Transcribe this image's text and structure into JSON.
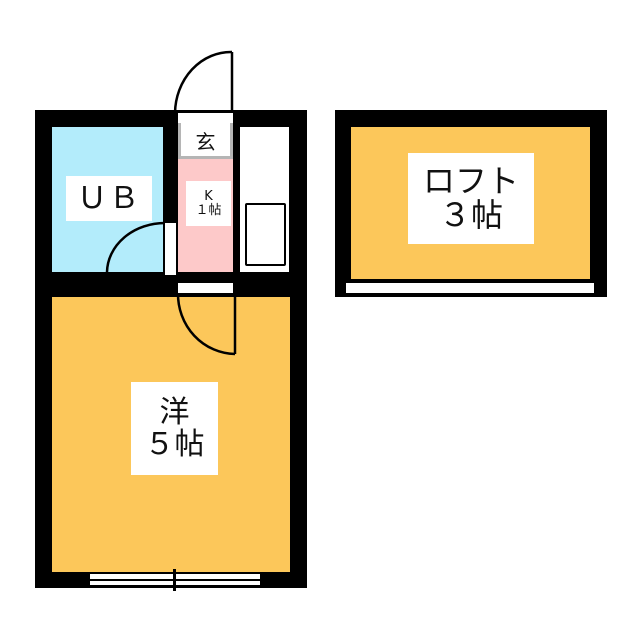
{
  "floorplan": {
    "colors": {
      "wall": "#000000",
      "unit_bath": "#b3ecfb",
      "kitchen": "#fdc9c9",
      "western_room": "#fcc75a",
      "loft": "#fcc75a",
      "entrance_border": "#b5b5b5",
      "background": "#ffffff"
    },
    "rooms": {
      "unit_bath": {
        "label": "ＵＢ"
      },
      "entrance": {
        "label": "玄"
      },
      "kitchen": {
        "type": "K",
        "size": "１帖"
      },
      "western_room": {
        "type": "洋",
        "size": "５帖"
      },
      "loft": {
        "type": "ロフト",
        "size": "３帖"
      }
    }
  }
}
